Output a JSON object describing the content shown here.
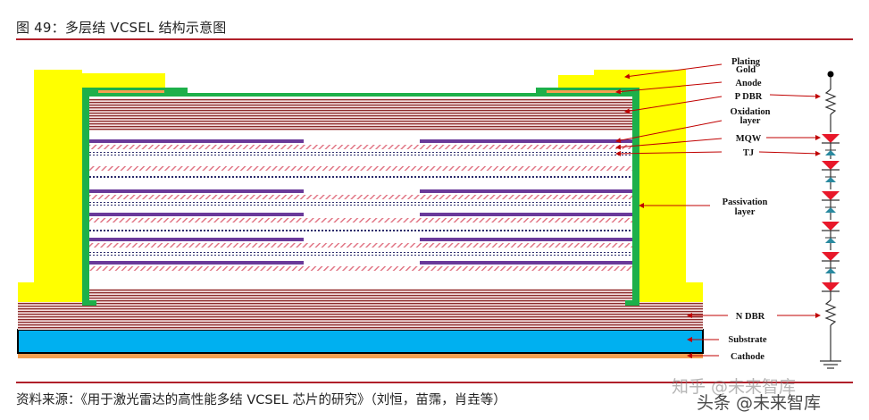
{
  "figure": {
    "title": "图 49：多层结 VCSEL 结构示意图",
    "source": "资料来源：《用于激光雷达的高性能多结 VCSEL 芯片的研究》（刘恒，苗霈，肖垚等）"
  },
  "labels": {
    "plating_gold": [
      "Plating",
      "Gold"
    ],
    "anode": "Anode",
    "p_dbr": "P DBR",
    "oxidation_layer": [
      "Oxidation",
      "layer"
    ],
    "mqw": "MQW",
    "tj": "TJ",
    "passivation_layer": [
      "Passivation",
      "layer"
    ],
    "n_dbr": "N DBR",
    "substrate": "Substrate",
    "cathode": "Cathode"
  },
  "watermark": {
    "zhihu": "知乎 @未来智库",
    "toutiao": "头条 @未来智库"
  },
  "colors": {
    "gold": "#ffff00",
    "passivation": "#1db04a",
    "dbr_stripe": "#8b2a2a",
    "substrate": "#00b0f0",
    "cathode": "#f5a050",
    "mqw": "#6a3a9a",
    "arrow": "#c00000"
  }
}
